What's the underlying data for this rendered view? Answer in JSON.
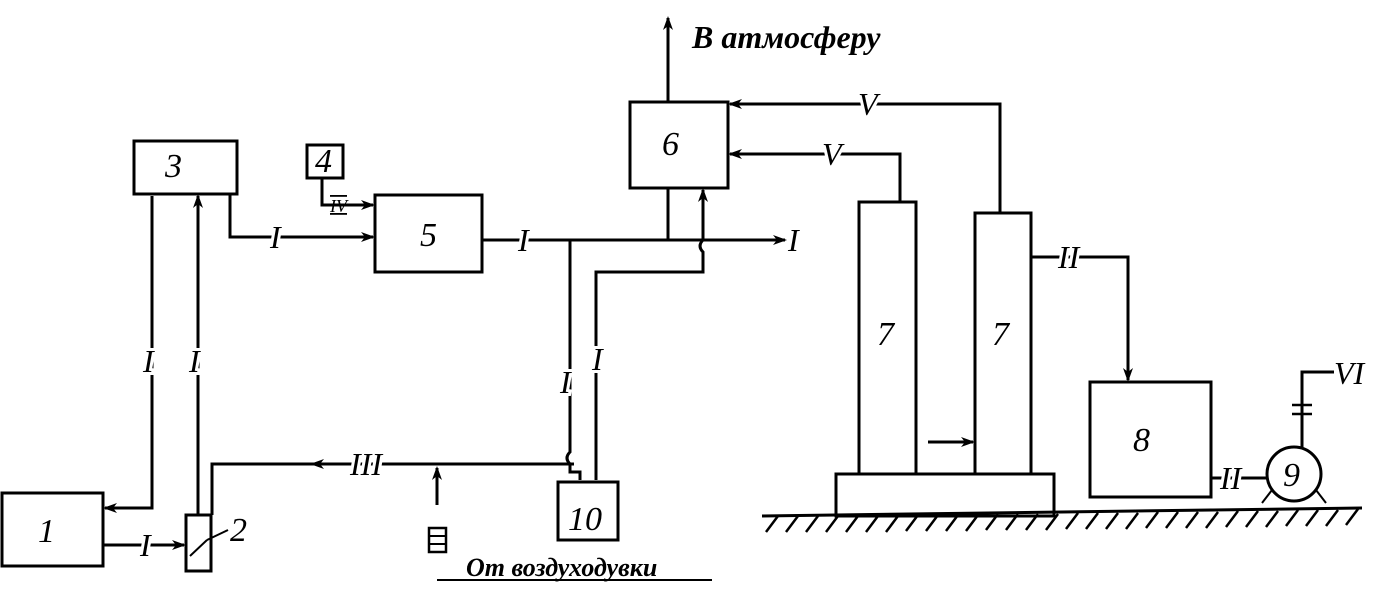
{
  "caption_top": "В атмосферу",
  "caption_bottom": "От воздуходувки",
  "units": [
    "1",
    "2",
    "3",
    "4",
    "5",
    "6",
    "7",
    "7",
    "8",
    "9",
    "10"
  ],
  "lines": {
    "i": "I",
    "ii": "II",
    "iii": "III",
    "iv": "IV",
    "v": "V",
    "vi": "VI"
  }
}
